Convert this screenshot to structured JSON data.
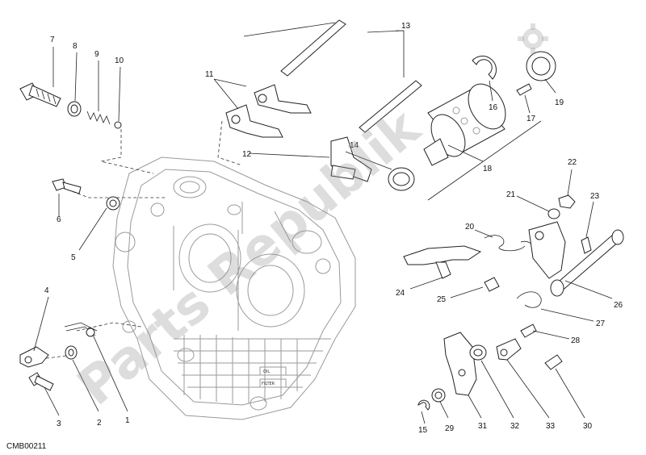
{
  "diagram": {
    "code": "CMB00211",
    "watermark": "Parts Republik",
    "crankcase_label_1": "OIL",
    "crankcase_label_2": "FILTER",
    "callouts": {
      "c1": "1",
      "c2": "2",
      "c3": "3",
      "c4": "4",
      "c5": "5",
      "c6": "6",
      "c7": "7",
      "c8": "8",
      "c9": "9",
      "c10": "10",
      "c11": "11",
      "c12": "12",
      "c13": "13",
      "c14": "14",
      "c15": "15",
      "c16": "16",
      "c17": "17",
      "c18": "18",
      "c19": "19",
      "c20": "20",
      "c21": "21",
      "c22": "22",
      "c23": "23",
      "c24": "24",
      "c25": "25",
      "c26": "26",
      "c27": "27",
      "c28": "28",
      "c29": "29",
      "c30": "30",
      "c31": "31",
      "c32": "32",
      "c33": "33"
    },
    "colors": {
      "line": "#222222",
      "watermark": "#969696",
      "ghost": "#9a9a9a"
    }
  }
}
